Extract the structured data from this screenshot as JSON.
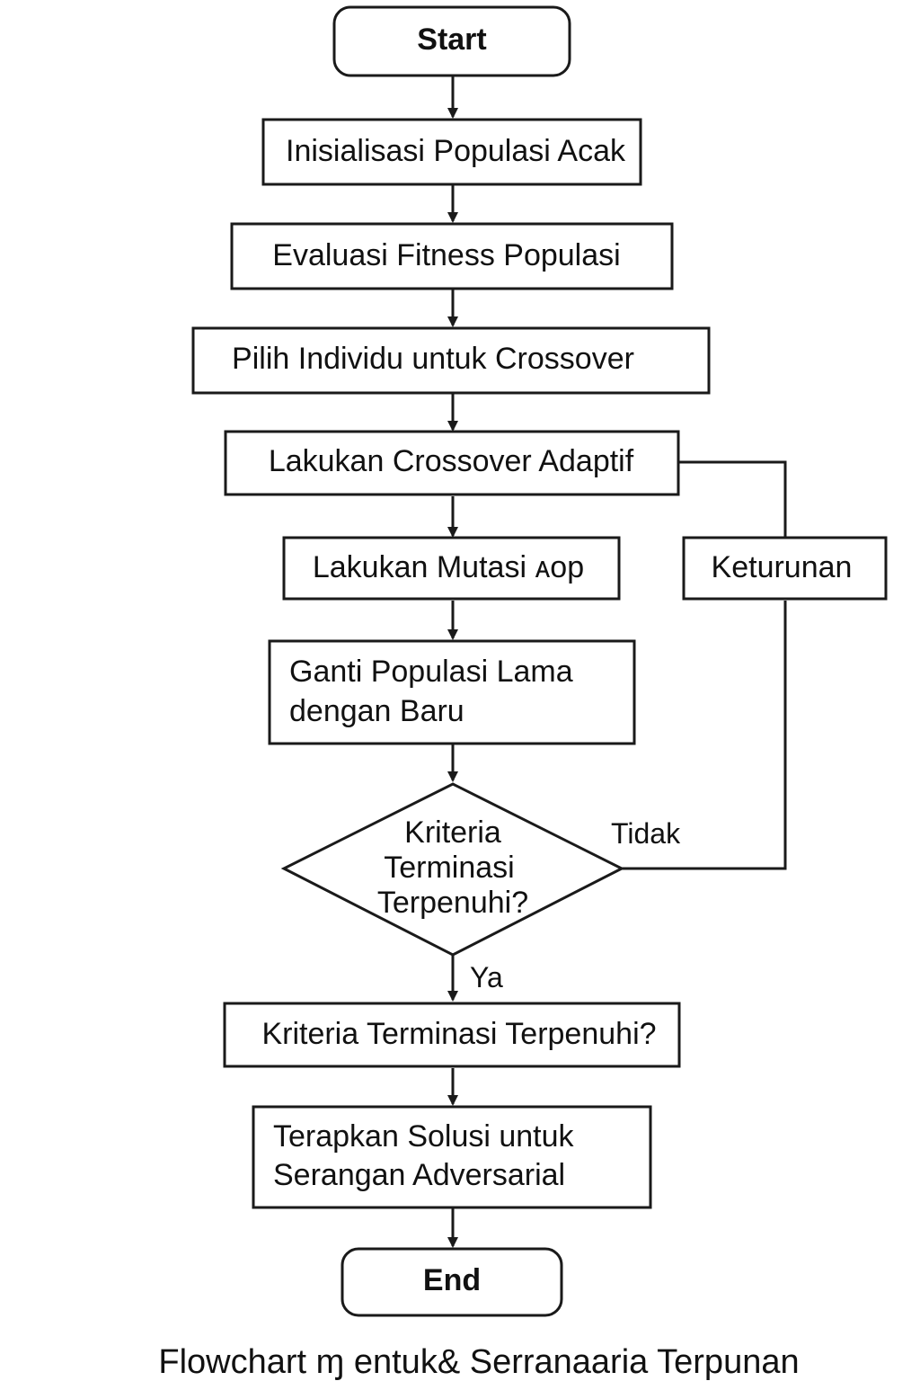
{
  "nodes": {
    "start": {
      "label": "Start",
      "shape": "rounded"
    },
    "init": {
      "label": "Inisialisasi Populasi Acak",
      "shape": "rect"
    },
    "evaluate": {
      "label": "Evaluasi Fitness Populasi",
      "shape": "rect"
    },
    "select": {
      "label": "Pilih Individu untuk Crossover",
      "shape": "rect"
    },
    "crossover": {
      "label": "Lakukan Crossover Adaptif",
      "shape": "rect"
    },
    "mutation": {
      "label": "Lakukan Mutasi ᴀop",
      "shape": "rect"
    },
    "offspring": {
      "label": "Keturunan",
      "shape": "rect"
    },
    "replace": {
      "label": [
        "Ganti Populasi Lama",
        "dengan Baru"
      ],
      "shape": "rect"
    },
    "decision": {
      "label": [
        "Kriteria",
        "Terminasi",
        "Terpenuhi?"
      ],
      "shape": "diamond"
    },
    "check": {
      "label": "Kriteria Terminasi  Terpenuhi?",
      "shape": "rect"
    },
    "apply": {
      "label": [
        "Terapkan Solusi untuk",
        "Serangan Adversarial"
      ],
      "shape": "rect"
    },
    "end": {
      "label": "End",
      "shape": "rounded"
    }
  },
  "edges": [
    {
      "from": "start",
      "to": "init",
      "label": ""
    },
    {
      "from": "init",
      "to": "evaluate",
      "label": ""
    },
    {
      "from": "evaluate",
      "to": "select",
      "label": ""
    },
    {
      "from": "select",
      "to": "crossover",
      "label": ""
    },
    {
      "from": "crossover",
      "to": "mutation",
      "label": ""
    },
    {
      "from": "crossover",
      "to": "offspring",
      "label": ""
    },
    {
      "from": "mutation",
      "to": "replace",
      "label": ""
    },
    {
      "from": "replace",
      "to": "decision",
      "label": ""
    },
    {
      "from": "decision",
      "to": "offspring",
      "label": "Tidak"
    },
    {
      "from": "decision",
      "to": "check",
      "label": "Ya"
    },
    {
      "from": "check",
      "to": "apply",
      "label": ""
    },
    {
      "from": "apply",
      "to": "end",
      "label": ""
    }
  ],
  "caption": "Flowchart ɱ entuk& Serranaaria Terpunan",
  "colors": {
    "stroke": "#1a1a1a",
    "text": "#111111",
    "background": "#ffffff"
  }
}
